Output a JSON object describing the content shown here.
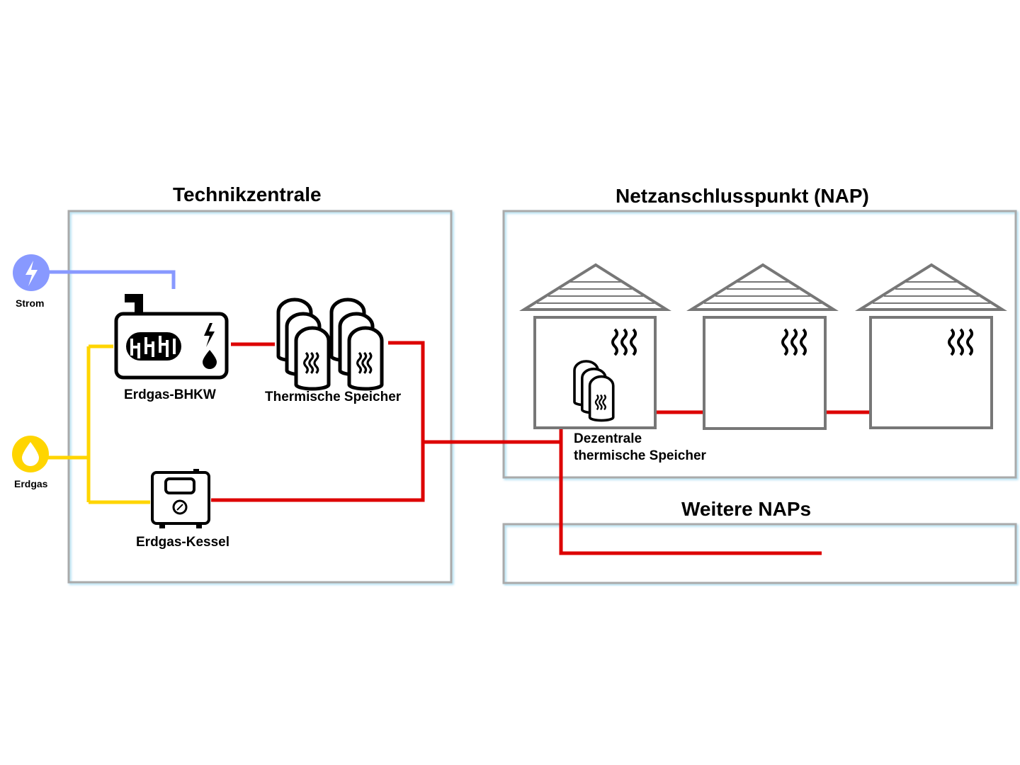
{
  "sections": {
    "technikzentrale": "Technikzentrale",
    "nap": "Netzanschlusspunkt (NAP)",
    "weitere": "Weitere NAPs"
  },
  "inputs": {
    "strom": "Strom",
    "erdgas": "Erdgas"
  },
  "components": {
    "bhkw": "Erdgas-BHKW",
    "speicher": "Thermische Speicher",
    "kessel": "Erdgas-Kessel",
    "dezentral_line1": "Dezentrale",
    "dezentral_line2": "thermische Speicher"
  },
  "colors": {
    "strom": "#8899ff",
    "erdgas": "#ffd500",
    "heat_line": "#dd0000",
    "frame": "#aaaaaa",
    "house": "#777777"
  },
  "icons": {
    "strom": "lightning-icon",
    "erdgas": "gas-drop-icon",
    "bhkw": "chp-engine-icon",
    "speicher": "storage-tank-icon",
    "kessel": "boiler-icon",
    "house": "house-icon",
    "heat": "heat-waves-icon"
  }
}
